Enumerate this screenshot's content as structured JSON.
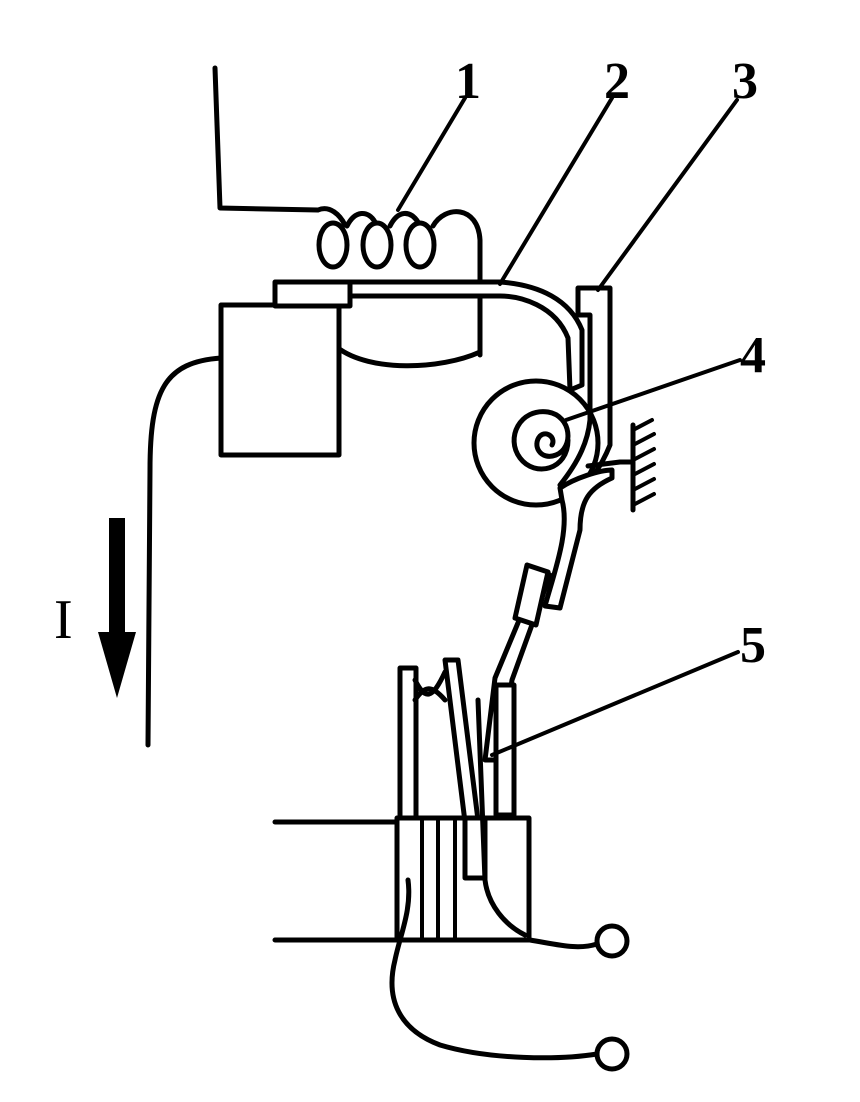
{
  "labels": {
    "l1": "1",
    "l2": "2",
    "l3": "3",
    "l4": "4",
    "l5": "5",
    "current": "I"
  },
  "colors": {
    "ink": "#000000",
    "paper": "#ffffff"
  }
}
